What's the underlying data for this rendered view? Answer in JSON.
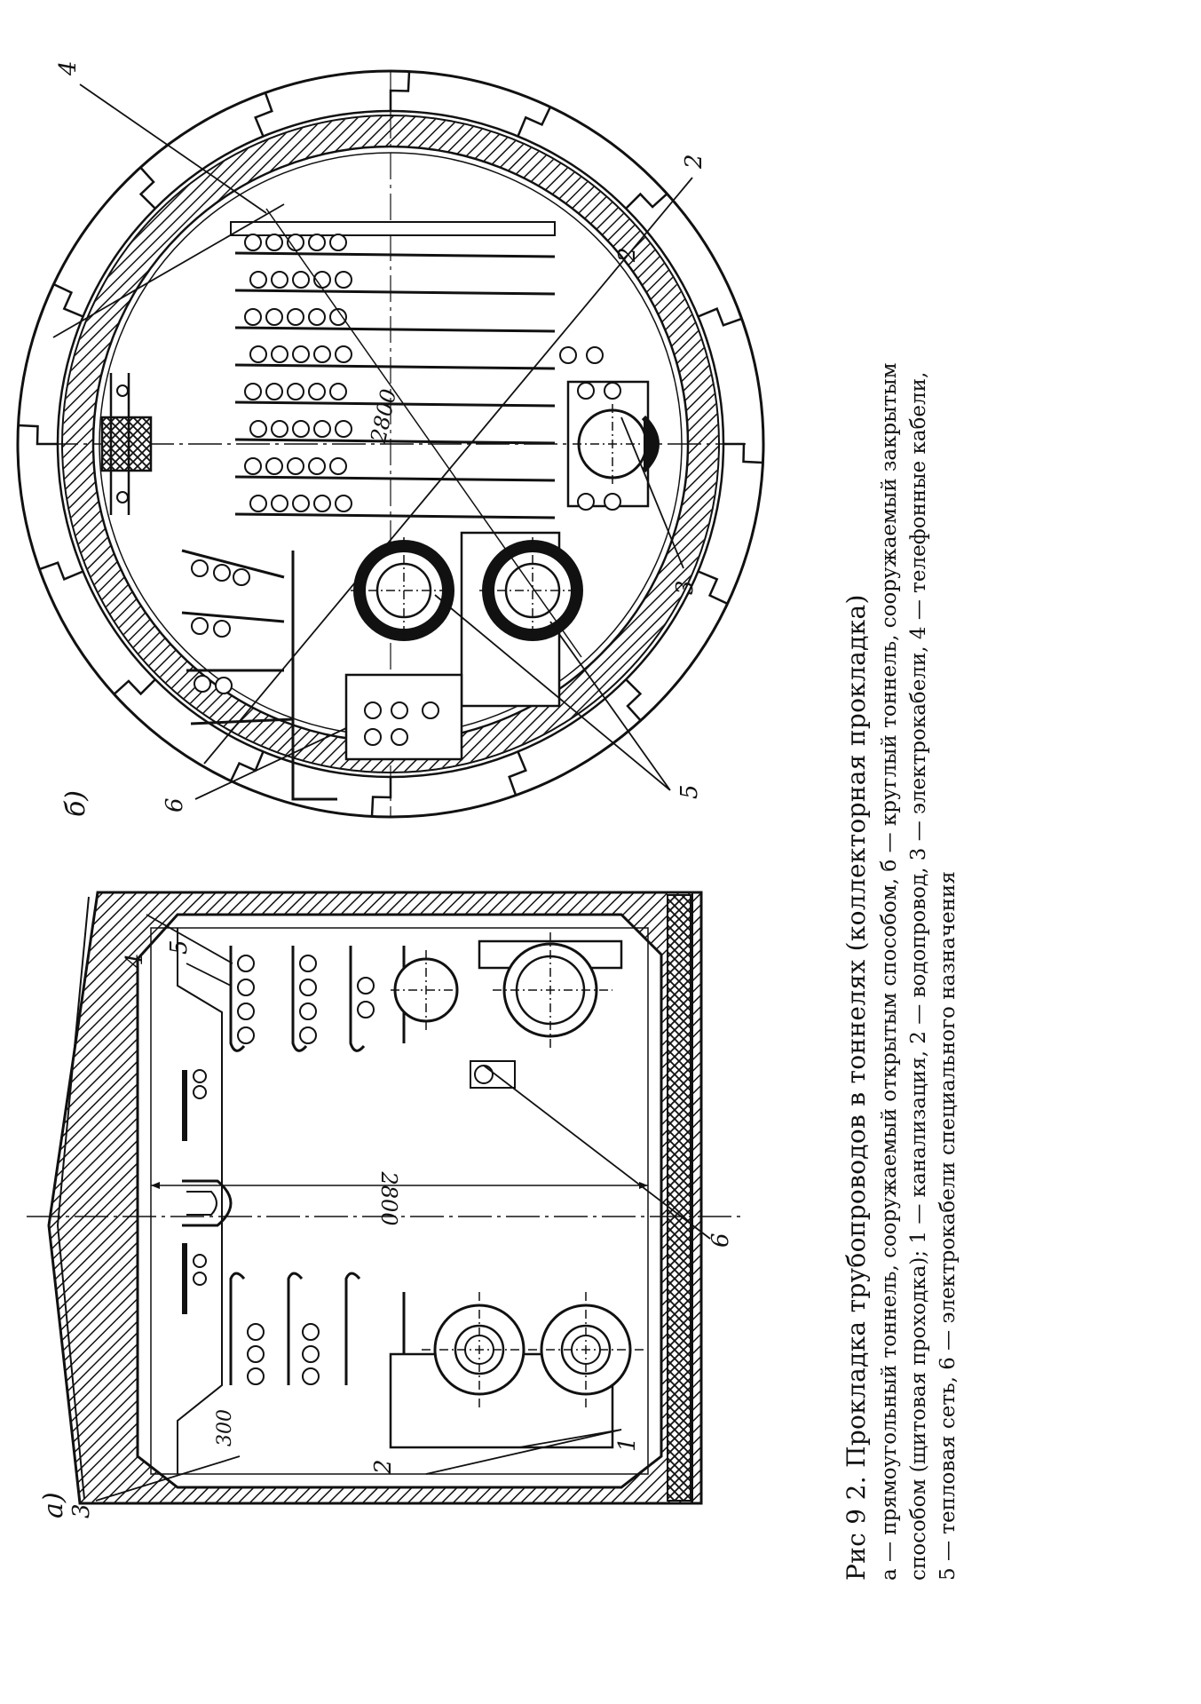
{
  "figure": {
    "label_a": "а)",
    "label_b": "б)",
    "dim_a": "2800",
    "dim_b": "2800",
    "dim_300": "300",
    "callouts_a": [
      "1",
      "2",
      "3",
      "4",
      "5",
      "6"
    ],
    "callouts_b": [
      "2",
      "3",
      "4",
      "5",
      "6"
    ]
  },
  "caption": {
    "title": "Рис 9 2. Прокладка трубопроводов в тоннелях (коллекторная прокладка)",
    "line1": "а — прямоугольный тоннель, сооружаемый открытым способом, б — круглый тоннель, сооружаемый закрытым",
    "line2": "способом (щитовая проходка); 1 — канализация, 2 — водопровод, 3 — электрокабели, 4 — телефонные кабели,",
    "line3": "5 — тепловая сеть, 6 — электрокабели специального назначения"
  },
  "colors": {
    "ink": "#111111",
    "paper": "#ffffff"
  }
}
